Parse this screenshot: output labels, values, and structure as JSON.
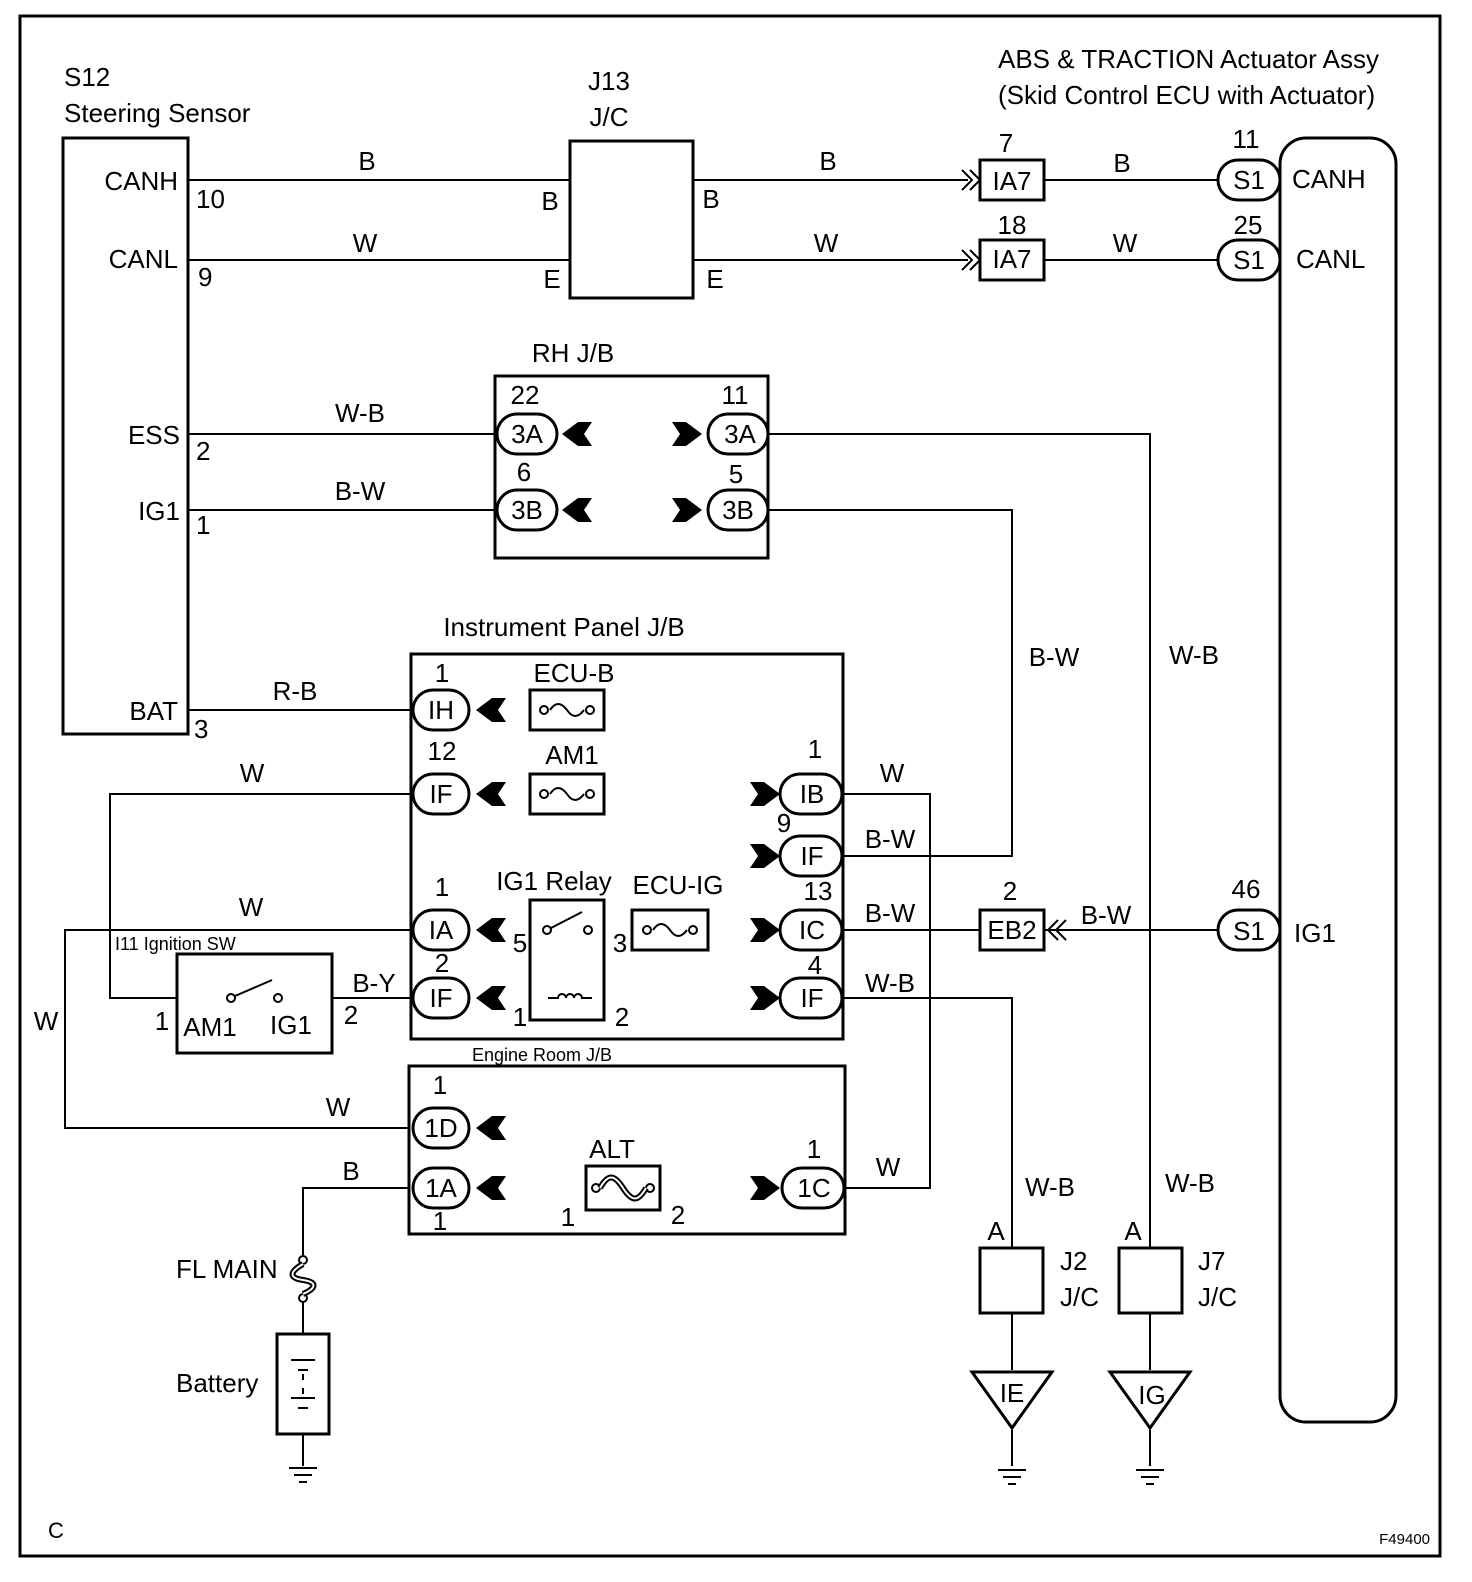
{
  "figure_id": "F49400",
  "corner_letter": "C",
  "components": {
    "steering_sensor": {
      "ref": "S12",
      "name": "Steering Sensor",
      "pins": {
        "canh": "CANH",
        "canh_no": "10",
        "canl": "CANL",
        "canl_no": "9",
        "ess": "ESS",
        "ess_no": "2",
        "ig1": "IG1",
        "ig1_no": "1",
        "bat": "BAT",
        "bat_no": "3"
      }
    },
    "jc_j13": {
      "ref": "J13",
      "type": "J/C",
      "left_top": "B",
      "left_bottom": "E",
      "right_top": "B",
      "right_bottom": "E"
    },
    "abs_actuator": {
      "line1": "ABS & TRACTION Actuator Assy",
      "line2": "(Skid Control ECU with Actuator)",
      "canh": "CANH",
      "canh_no": "11",
      "canl": "CANL",
      "canl_no": "25",
      "ig1": "IG1",
      "ig1_no": "46",
      "conn": "S1"
    },
    "ia7": {
      "label": "IA7",
      "canh_no": "7",
      "canl_no": "18"
    },
    "rh_jb": {
      "title": "RH J/B",
      "c3a": "3A",
      "c3b": "3B",
      "p22": "22",
      "p11": "11",
      "p6": "6",
      "p5": "5"
    },
    "instrument_panel_jb": {
      "title": "Instrument Panel J/B",
      "ecu_b": "ECU-B",
      "am1": "AM1",
      "ecu_ig": "ECU-IG",
      "ig1_relay": "IG1 Relay",
      "ih": "IH",
      "if": "IF",
      "ia": "IA",
      "ib": "IB",
      "ic": "IC",
      "n_ih": "1",
      "n_if_left": "12",
      "n_ia": "1",
      "n_if_left2": "2",
      "n_ib": "1",
      "n_if9": "9",
      "n_ic": "13",
      "n_if4": "4",
      "relay_5": "5",
      "relay_3": "3",
      "relay_1": "1",
      "relay_2": "2"
    },
    "ignition_sw": {
      "title": "I11 Ignition SW",
      "am1": "AM1",
      "ig1": "IG1",
      "pin1": "1",
      "pin2": "2"
    },
    "engine_room_jb": {
      "title": "Engine Room J/B",
      "c1d": "1D",
      "c1a": "1A",
      "c1c": "1C",
      "alt": "ALT",
      "n_1d": "1",
      "n_1a": "1",
      "n_1c": "1",
      "alt_1": "1",
      "alt_2": "2"
    },
    "eb2": {
      "label": "EB2",
      "pin": "2"
    },
    "j2": {
      "ref": "J2",
      "type": "J/C",
      "pin": "A"
    },
    "j7": {
      "ref": "J7",
      "type": "J/C",
      "pin": "A"
    },
    "fl_main": "FL MAIN",
    "battery": "Battery",
    "ground_ie": "IE",
    "ground_ig": "IG"
  },
  "wires": {
    "b": "B",
    "w": "W",
    "wb": "W-B",
    "bw": "B-W",
    "rb": "R-B",
    "by": "B-Y"
  }
}
